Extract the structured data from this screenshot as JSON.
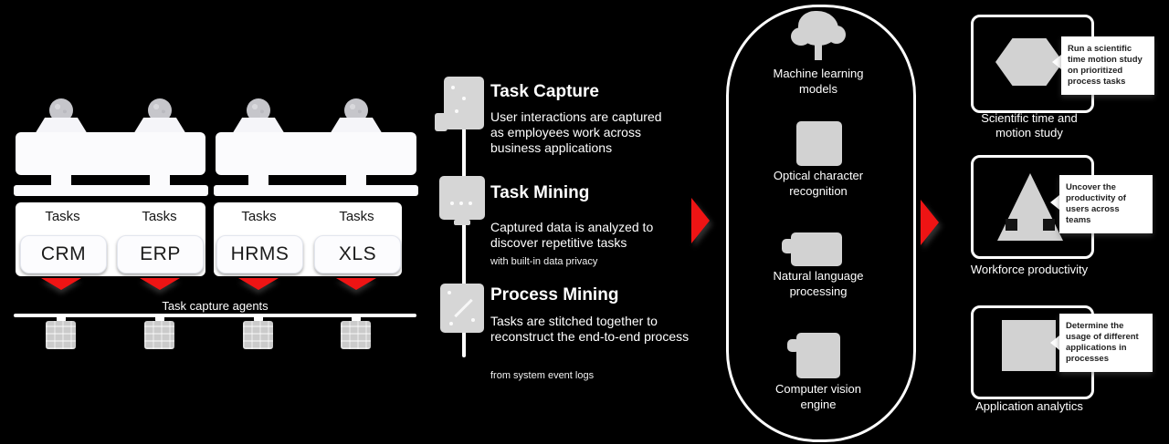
{
  "colors": {
    "background": "#000000",
    "accent_red": "#ee1414",
    "icon_gray": "#d2d2d2",
    "text_white": "#ffffff",
    "tooltip_text": "#222222"
  },
  "workstations": {
    "person_icon": "person-icon",
    "columns": [
      {
        "tasks_label": "Tasks",
        "app": "CRM"
      },
      {
        "tasks_label": "Tasks",
        "app": "ERP"
      },
      {
        "tasks_label": "Tasks",
        "app": "HRMS"
      },
      {
        "tasks_label": "Tasks",
        "app": "XLS"
      }
    ],
    "capture_caption": "Task capture agents",
    "agent_icon": "capture-agent-icon"
  },
  "timeline": {
    "steps": [
      {
        "icon": "task-capture-icon",
        "heading": "Task Capture",
        "description": "User interactions are captured as employees work across business applications",
        "note": ""
      },
      {
        "icon": "task-mining-icon",
        "heading": "Task Mining",
        "description": "Captured data is analyzed to discover repetitive tasks",
        "note": "with built-in data privacy"
      },
      {
        "icon": "process-mining-icon",
        "heading": "Process Mining",
        "description": "Tasks are stitched together to reconstruct the end-to-end process",
        "note": "from system event logs"
      }
    ]
  },
  "engine": {
    "items": [
      {
        "icon": "machine-learning-icon",
        "lines": [
          "Machine learning",
          "models"
        ]
      },
      {
        "icon": "ocr-icon",
        "lines": [
          "Optical character",
          "recognition"
        ]
      },
      {
        "icon": "nlp-icon",
        "lines": [
          "Natural language",
          "processing"
        ]
      },
      {
        "icon": "computer-vision-icon",
        "lines": [
          "Computer vision",
          "engine"
        ]
      }
    ]
  },
  "outcomes": {
    "cards": [
      {
        "icon": "stopwatch-icon",
        "caption_lines": [
          "Scientific time and",
          "motion study"
        ],
        "tooltip": "Run a scientific time motion study on prioritized process tasks"
      },
      {
        "icon": "team-pyramid-icon",
        "caption_lines": [
          "Workforce productivity"
        ],
        "tooltip": "Uncover the productivity of users across teams"
      },
      {
        "icon": "app-window-icon",
        "caption_lines": [
          "Application analytics"
        ],
        "tooltip": "Determine the usage of different applications in processes"
      }
    ]
  }
}
